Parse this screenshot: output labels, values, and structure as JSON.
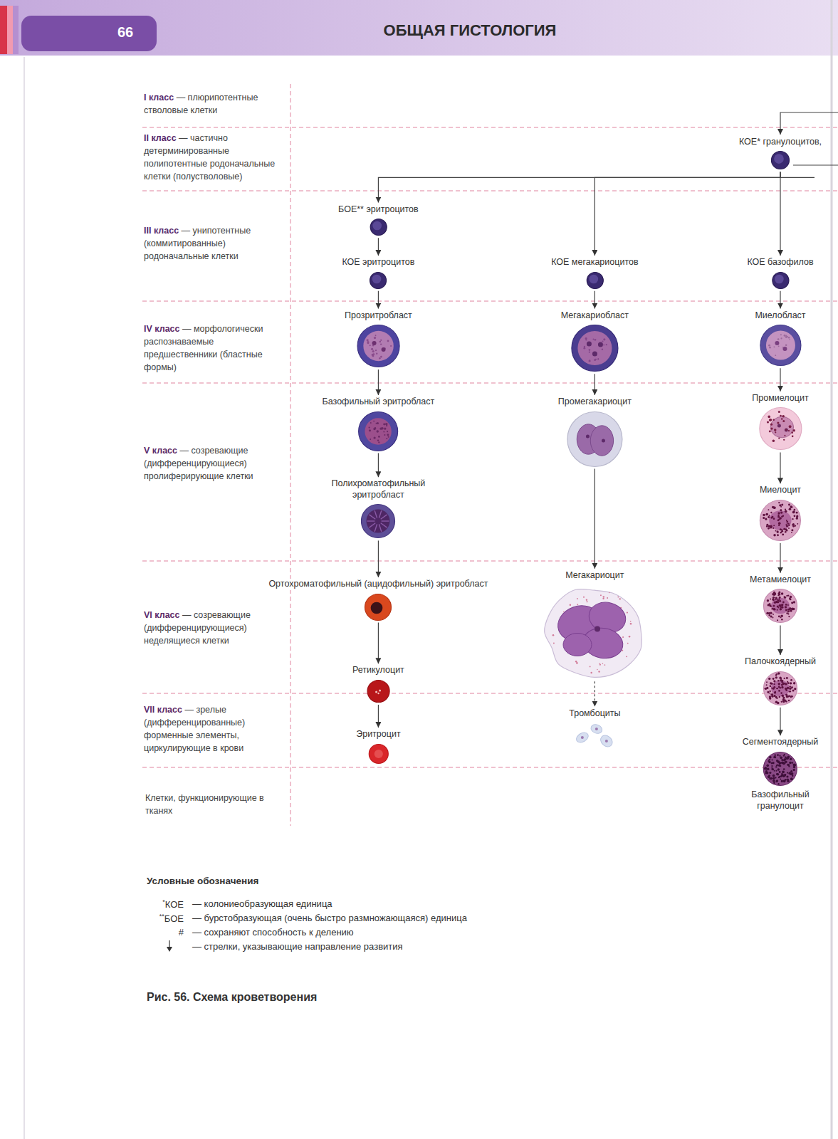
{
  "diagram": {
    "title": "ОБЩАЯ ГИСТОЛОГИЯ",
    "caption": "Рис. 56. Схема кроветворения",
    "nodes": [
      {
        "text": [
          "КОЕ* гранулоцитов,"
        ]
      },
      {
        "text": [
          "БОЕ** эритроцитов"
        ]
      },
      {
        "text": [
          "КОЕ эритроцитов"
        ]
      },
      {
        "text": [
          "Прозритробласт"
        ]
      },
      {
        "text": [
          "Базофильный эритробласт"
        ]
      },
      {
        "text": [
          "Полихроматофильный эритробласт"
        ]
      },
      {
        "text": [
          "Ортохроматофильный (ацидофильный) эритробласт"
        ]
      },
      {
        "text": [
          "Ретикулоцит"
        ]
      },
      {
        "text": [
          "Эритроцит"
        ]
      },
      {
        "text": [
          "КОЕ мегакариоцитов"
        ]
      },
      {
        "text": [
          "Мегакариобласт"
        ]
      },
      {
        "text": [
          "Промегакариоцит"
        ]
      },
      {
        "text": [
          "Мегакариоцит"
        ]
      },
      {
        "text": [
          "Тромбоциты"
        ]
      },
      {
        "text": [
          "КОЕ базофилов"
        ]
      },
      {
        "text": [
          "Миелобласт"
        ]
      },
      {
        "text": [
          "Промиелоцит"
        ]
      },
      {
        "text": [
          "Миелоцит"
        ]
      },
      {
        "text": [
          "Метамиелоцит"
        ]
      },
      {
        "text": [
          "Палочкоядерный"
        ]
      },
      {
        "text": [
          "Сегментоядерный",
          "Базофильный гранулоцит"
        ]
      }
    ],
    "edges": [
      {
        "from": 0,
        "to": 1,
        "arrow": "to"
      },
      {
        "from": 0,
        "to": 9,
        "arrow": "to"
      },
      {
        "from": 0,
        "to": 14,
        "arrow": "to"
      },
      {
        "from": 1,
        "to": 2,
        "arrow": "to"
      },
      {
        "from": 2,
        "to": 3,
        "arrow": "to"
      },
      {
        "from": 3,
        "to": 4,
        "arrow": "to"
      },
      {
        "from": 4,
        "to": 5,
        "arrow": "to"
      },
      {
        "from": 5,
        "to": 6,
        "arrow": "to"
      },
      {
        "from": 6,
        "to": 7,
        "arrow": "to"
      },
      {
        "from": 7,
        "to": 8,
        "arrow": "to"
      },
      {
        "from": 9,
        "to": 10,
        "arrow": "to"
      },
      {
        "from": 10,
        "to": 11,
        "arrow": "to"
      },
      {
        "from": 11,
        "to": 12,
        "arrow": "to"
      },
      {
        "from": 12,
        "to": 13,
        "arrow": "to"
      },
      {
        "from": 14,
        "to": 15,
        "arrow": "to"
      },
      {
        "from": 15,
        "to": 16,
        "arrow": "to"
      },
      {
        "from": 16,
        "to": 17,
        "arrow": "to"
      },
      {
        "from": 17,
        "to": 18,
        "arrow": "to"
      },
      {
        "from": 18,
        "to": 19,
        "arrow": "to"
      },
      {
        "from": 19,
        "to": 20,
        "arrow": "to"
      }
    ],
    "labels": [
      "66",
      "I класс",
      "— плюрипотентные стволовые клетки",
      "II класс",
      "— частично детерминированные полипотентные родоначальные клетки (полустволовые)",
      "III класс",
      "— унипотентные (коммитированные) родоначальные клетки",
      "IV класс",
      "— морфологически распознаваемые предшественники (бластные формы)",
      "V класс",
      "— созревающие (дифференцирующиеся) пролиферирующие клетки",
      "VI класс",
      "— созревающие (дифференцирующиеся) неделящиеся клетки",
      "VII класс",
      "— зрелые (дифференцированные) форменные элементы, циркулирующие в крови",
      "Клетки, функционирующие в тканях",
      "Условные обозначения",
      "*",
      "КОЕ",
      "**",
      "БОЕ",
      "#"
    ],
    "legend": [
      {
        "text": "— колониеобразующая единица"
      },
      {
        "text": "— бурстобразующая (очень быстро размножающаяся) единица"
      },
      {
        "text": "— сохраняют способность к делению"
      },
      {
        "text": "— стрелки, указывающие направление развития"
      }
    ]
  }
}
